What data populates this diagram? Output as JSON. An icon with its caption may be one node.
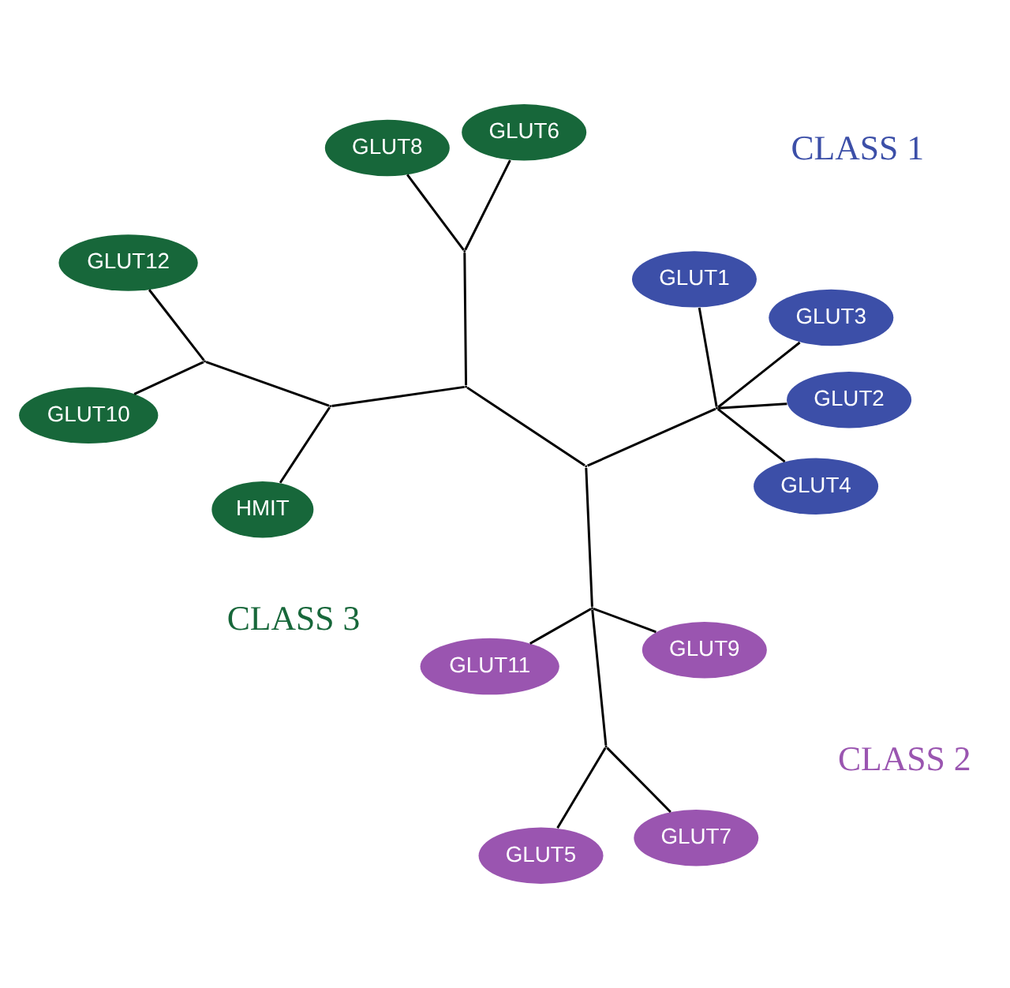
{
  "diagram": {
    "nodes": [
      {
        "text": [
          "GLUT1"
        ]
      },
      {
        "text": [
          "GLUT3"
        ]
      },
      {
        "text": [
          "GLUT4"
        ]
      },
      {
        "text": [
          "GLUT12"
        ]
      },
      {
        "text": [
          "GLUT2"
        ]
      },
      {
        "text": [
          "GLUT11"
        ]
      },
      {
        "text": [
          "GLUT10"
        ]
      },
      {
        "text": [
          "GLUT9"
        ]
      },
      {
        "text": [
          "GLUT5"
        ]
      },
      {
        "text": [
          "GLUT7"
        ]
      },
      {
        "text": [
          "HMIT"
        ]
      },
      {
        "text": [
          "GLUT8"
        ]
      },
      {
        "text": [
          "GLUT6"
        ]
      },
      {
        "text": [],
        "shape": "point"
      },
      {
        "text": [],
        "shape": "point"
      },
      {
        "text": [],
        "shape": "point"
      },
      {
        "text": [],
        "shape": "point"
      },
      {
        "text": [],
        "shape": "point"
      },
      {
        "text": [],
        "shape": "point"
      },
      {
        "text": [],
        "shape": "point"
      },
      {
        "text": [],
        "shape": "point"
      }
    ],
    "edges": [
      {
        "from": 13,
        "to": 0,
        "arrow": "none"
      },
      {
        "from": 13,
        "to": 1,
        "arrow": "none"
      },
      {
        "from": 13,
        "to": 2,
        "arrow": "none"
      },
      {
        "from": 13,
        "to": 4,
        "arrow": "none"
      },
      {
        "from": 14,
        "to": 13,
        "arrow": "none"
      },
      {
        "from": 14,
        "to": 15,
        "arrow": "none"
      },
      {
        "from": 15,
        "to": 5,
        "arrow": "none"
      },
      {
        "from": 15,
        "to": 7,
        "arrow": "none"
      },
      {
        "from": 15,
        "to": 16,
        "arrow": "none"
      },
      {
        "from": 16,
        "to": 8,
        "arrow": "none"
      },
      {
        "from": 16,
        "to": 9,
        "arrow": "none"
      },
      {
        "from": 14,
        "to": 17,
        "arrow": "none"
      },
      {
        "from": 17,
        "to": 18,
        "arrow": "none"
      },
      {
        "from": 18,
        "to": 19,
        "arrow": "none"
      },
      {
        "from": 19,
        "to": 3,
        "arrow": "none"
      },
      {
        "from": 19,
        "to": 6,
        "arrow": "none"
      },
      {
        "from": 18,
        "to": 10,
        "arrow": "none"
      },
      {
        "from": 17,
        "to": 20,
        "arrow": "none"
      },
      {
        "from": 20,
        "to": 11,
        "arrow": "none"
      },
      {
        "from": 20,
        "to": 12,
        "arrow": "none"
      }
    ],
    "labels": [
      "CLASS 1",
      "CLASS 3",
      "CLASS 2"
    ]
  }
}
